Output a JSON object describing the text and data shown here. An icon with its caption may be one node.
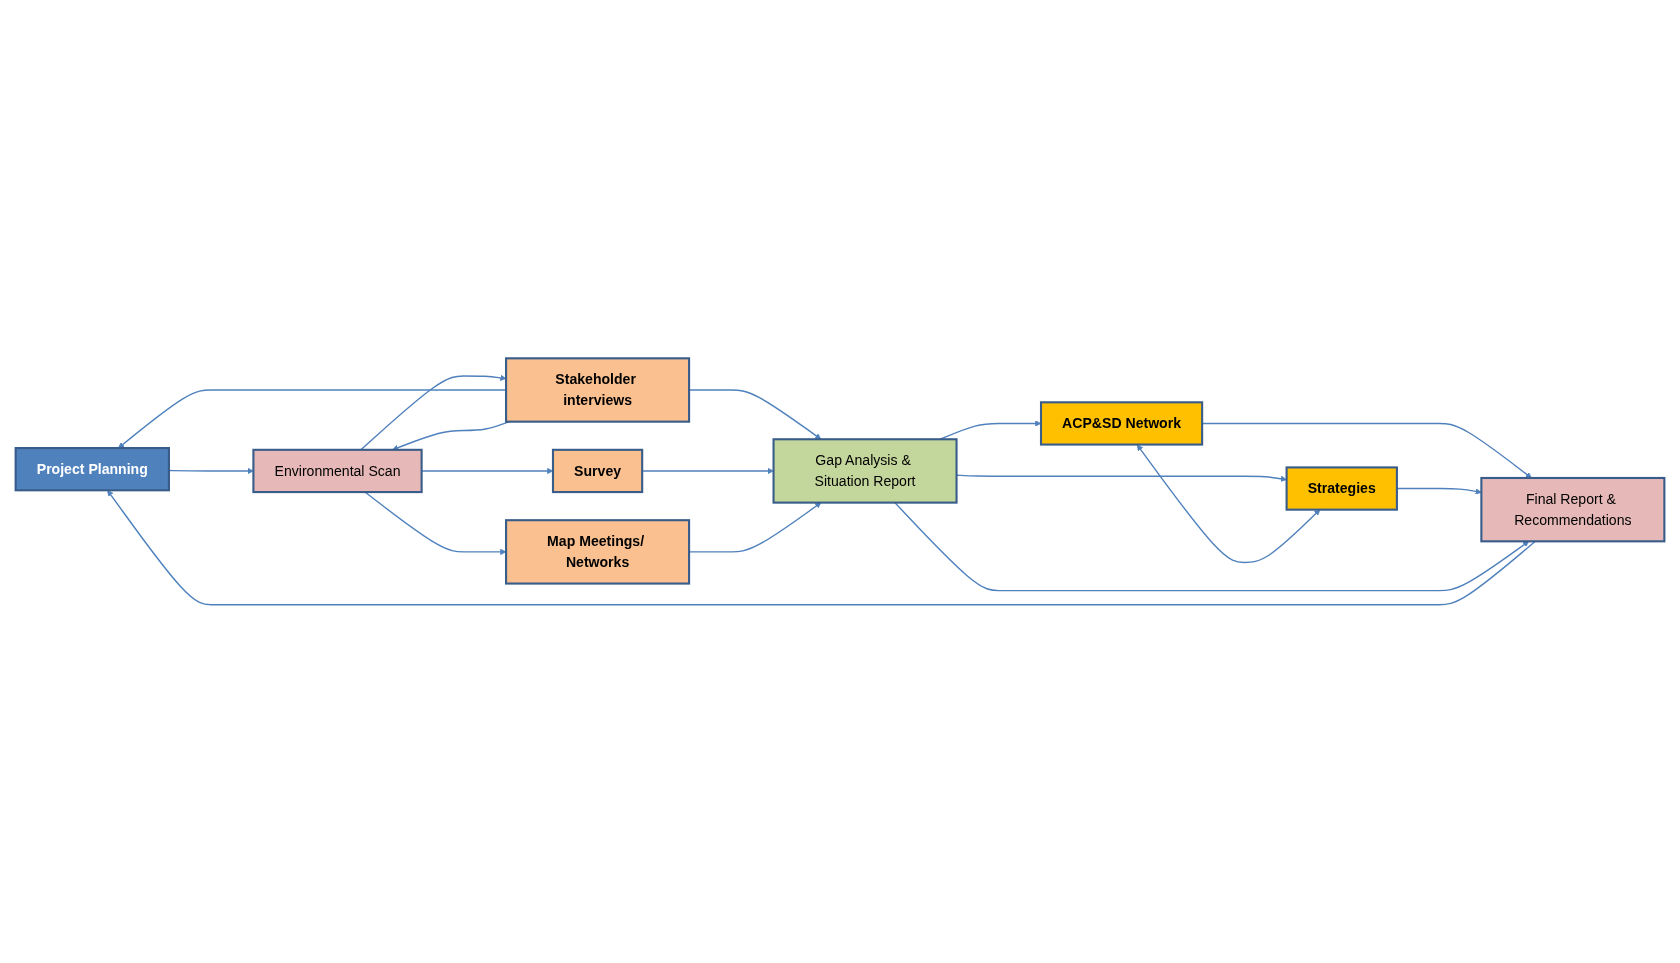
{
  "diagram": {
    "nodes": [
      {
        "text": [
          "Project Planning"
        ]
      },
      {
        "text": [
          "Environmental Scan"
        ]
      },
      {
        "text": [
          "Stakeholder interviews"
        ]
      },
      {
        "text": [
          "Survey"
        ]
      },
      {
        "text": [
          "Map Meetings/ Networks"
        ]
      },
      {
        "text": [
          "Gap Analysis & Situation Report"
        ]
      },
      {
        "text": [
          "ACP&SD Network"
        ]
      },
      {
        "text": [
          "Strategies"
        ]
      },
      {
        "text": [
          "Final Report & Recommendations"
        ]
      }
    ],
    "edges": [
      {
        "from": 0,
        "to": 1,
        "arrow": "to"
      },
      {
        "from": 1,
        "to": 2,
        "arrow": "to"
      },
      {
        "from": 1,
        "to": 3,
        "arrow": "to"
      },
      {
        "from": 1,
        "to": 4,
        "arrow": "to"
      },
      {
        "from": 2,
        "to": 5,
        "arrow": "to"
      },
      {
        "from": 3,
        "to": 5,
        "arrow": "to"
      },
      {
        "from": 4,
        "to": 5,
        "arrow": "to"
      },
      {
        "from": 5,
        "to": 6,
        "arrow": "to"
      },
      {
        "from": 5,
        "to": 7,
        "arrow": "to"
      },
      {
        "from": 6,
        "to": 8,
        "arrow": "to"
      },
      {
        "from": 7,
        "to": 8,
        "arrow": "to"
      },
      {
        "from": 6,
        "to": 7,
        "arrow": "both"
      },
      {
        "from": 2,
        "to": 0,
        "arrow": "to"
      },
      {
        "from": 2,
        "to": 1,
        "arrow": "to"
      },
      {
        "from": 5,
        "to": 8,
        "arrow": "to"
      },
      {
        "from": 8,
        "to": 0,
        "arrow": "to"
      }
    ]
  }
}
